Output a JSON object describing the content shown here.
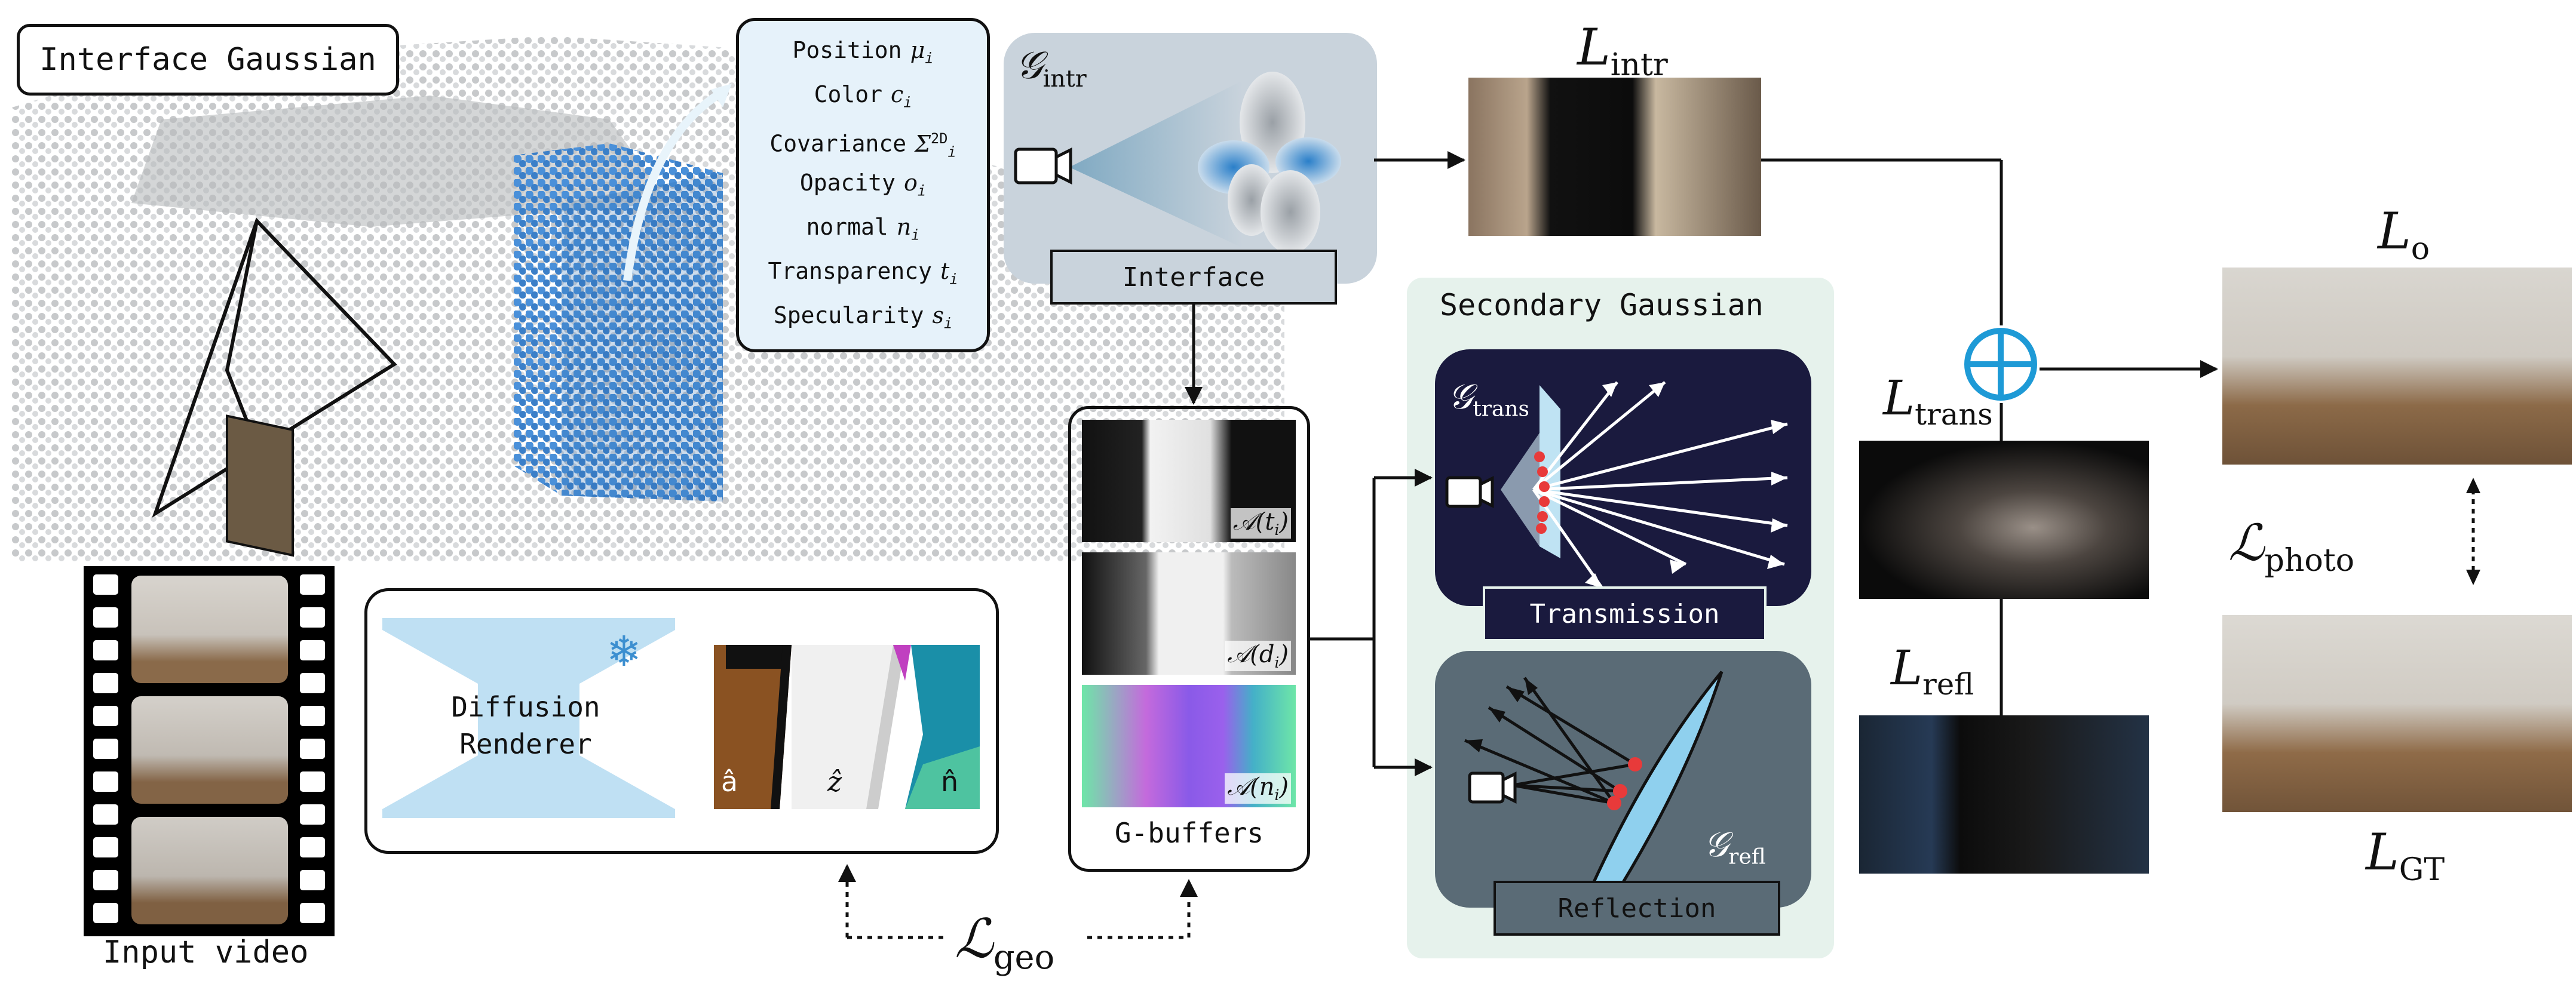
{
  "title_interface_gaussian": "Interface Gaussian",
  "attributes": [
    {
      "name": "Position",
      "symbol": "μ",
      "sub": "i",
      "sup": ""
    },
    {
      "name": "Color",
      "symbol": "c",
      "sub": "i",
      "sup": ""
    },
    {
      "name": "Covariance",
      "symbol": "Σ",
      "sub": "i",
      "sup": "2D"
    },
    {
      "name": "Opacity",
      "symbol": "o",
      "sub": "i",
      "sup": ""
    },
    {
      "name": "normal",
      "symbol": "n",
      "sub": "i",
      "sup": ""
    },
    {
      "name": "Transparency",
      "symbol": "t",
      "sub": "i",
      "sup": ""
    },
    {
      "name": "Specularity",
      "symbol": "s",
      "sub": "i",
      "sup": ""
    }
  ],
  "g_intr": {
    "symbol": "𝒢",
    "sub": "intr"
  },
  "interface_label": "Interface",
  "l_intr": {
    "symbol": "L",
    "sub": "intr"
  },
  "secondary_title": "Secondary Gaussian",
  "g_trans": {
    "symbol": "𝒢",
    "sub": "trans"
  },
  "transmission_label": "Transmission",
  "g_refl": {
    "symbol": "𝒢",
    "sub": "refl"
  },
  "reflection_label": "Reflection",
  "l_trans": {
    "symbol": "L",
    "sub": "trans"
  },
  "l_refl": {
    "symbol": "L",
    "sub": "refl"
  },
  "l_o": {
    "symbol": "L",
    "sub": "o"
  },
  "l_gt": {
    "symbol": "L",
    "sub": "GT"
  },
  "l_photo": {
    "symbol": "ℒ",
    "sub": "photo"
  },
  "l_geo": {
    "symbol": "ℒ",
    "sub": "geo"
  },
  "gbuffers_label": "G-buffers",
  "gbuffer_items": [
    {
      "symbol": "𝒜",
      "arg": "t",
      "sub": "i"
    },
    {
      "symbol": "𝒜",
      "arg": "d",
      "sub": "i"
    },
    {
      "symbol": "𝒜",
      "arg": "n",
      "sub": "i"
    }
  ],
  "diffusion_label": [
    "Diffusion",
    "Renderer"
  ],
  "render_labels": {
    "albedo": "â",
    "depth": "ẑ",
    "normal": "n̂"
  },
  "input_video_label": "Input video",
  "colors": {
    "gaussian_blue": "#4a90d9",
    "panel_gray": "#c9d3dc",
    "panel_dark": "#1a1a3e",
    "panel_slate": "#5a6b76",
    "secondary_bg": "#e6f2ec",
    "circle_plus": "#1e9ad6",
    "diffusion_fill": "#bfe0f3"
  }
}
